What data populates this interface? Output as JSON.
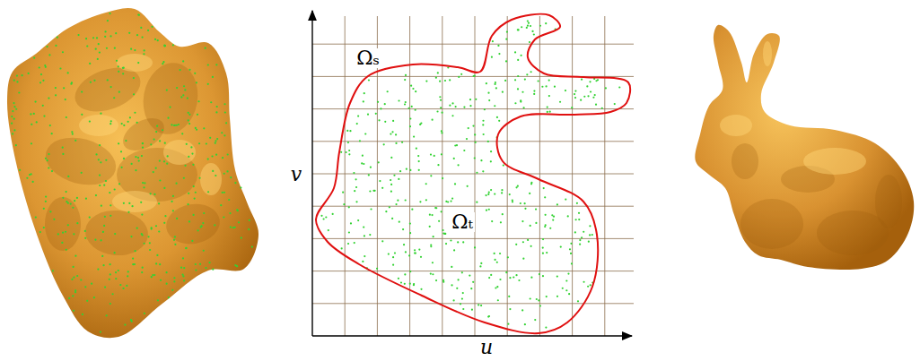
{
  "diagram": {
    "labels": [
      "Ωₛ",
      "v",
      "Ωₜ",
      "u"
    ]
  }
}
